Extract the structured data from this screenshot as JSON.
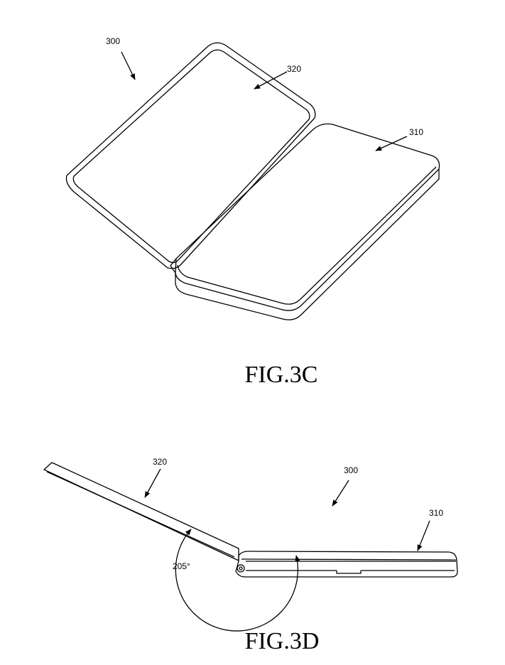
{
  "figures": [
    {
      "caption": "FIG.3C",
      "labels": {
        "device": "300",
        "second_panel": "320",
        "first_panel": "310"
      }
    },
    {
      "caption": "FIG.3D",
      "labels": {
        "second_panel": "320",
        "device": "300",
        "first_panel": "310",
        "angle": "205°"
      }
    }
  ],
  "colors": {
    "line": "#000000",
    "background": "#ffffff"
  }
}
